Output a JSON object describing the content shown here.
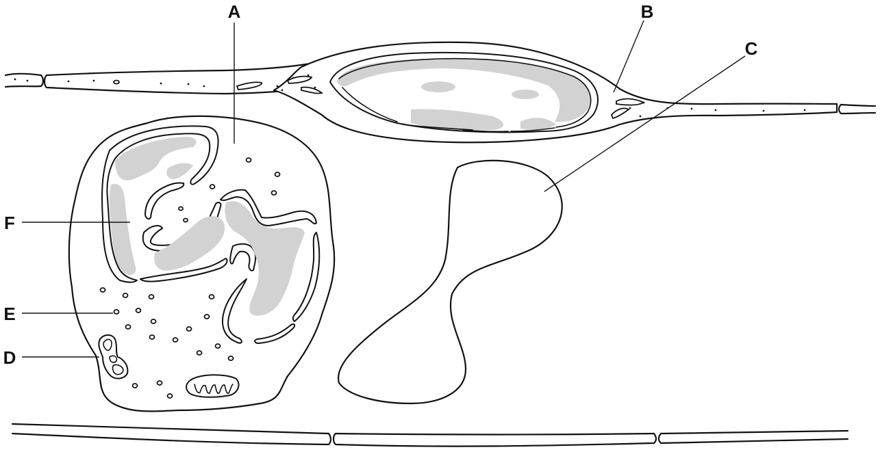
{
  "labels": {
    "A": "A",
    "B": "B",
    "C": "C",
    "D": "D",
    "E": "E",
    "F": "F"
  },
  "colors": {
    "line": "#111111",
    "chromatin": "#d2d2d2",
    "background": "#ffffff"
  }
}
